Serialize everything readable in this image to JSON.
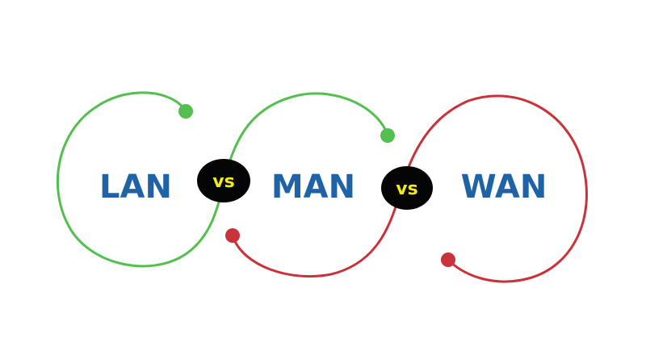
{
  "colors": {
    "green": "#52bf4f",
    "red": "#c9323a",
    "label_blue": "#1f63a6",
    "vs_badge": "#050505",
    "vs_text": "#f2ea1c",
    "background": "#ffffff"
  },
  "networks": [
    {
      "label": "LAN"
    },
    {
      "label": "MAN"
    },
    {
      "label": "WAN"
    }
  ],
  "separators": [
    {
      "label": "vs"
    },
    {
      "label": "vs"
    }
  ]
}
